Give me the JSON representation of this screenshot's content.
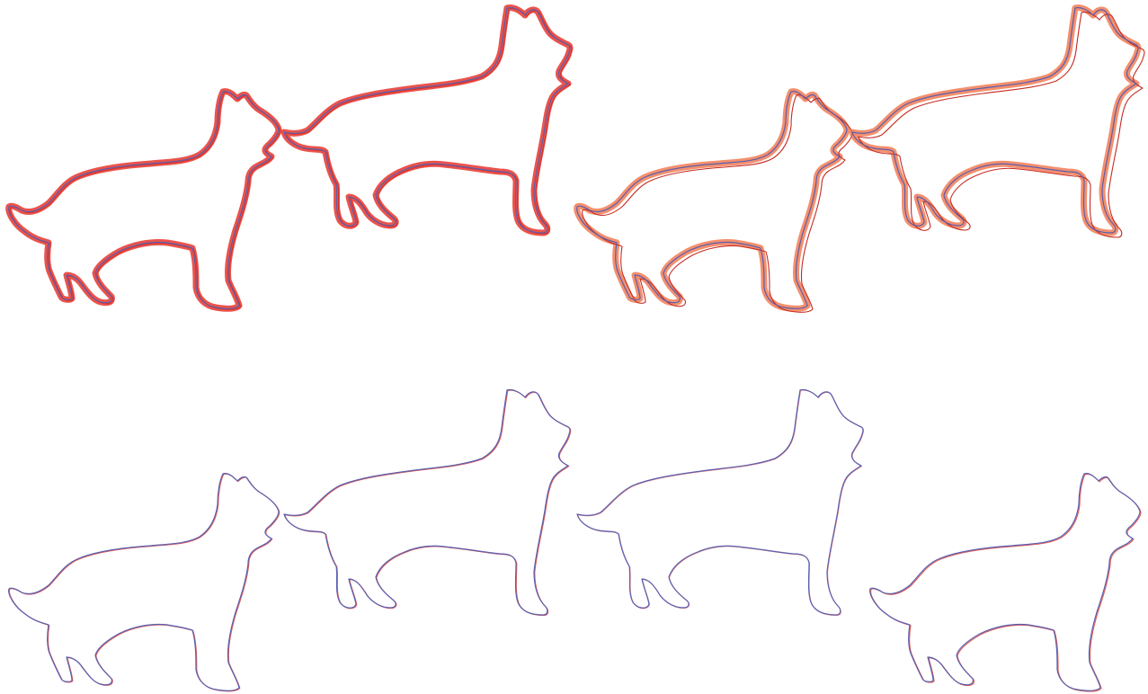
{
  "colors": {
    "outline_reference": "#d8322a",
    "outline_prediction": "#5a5fb0",
    "difference_fill": "#f04a30",
    "background": "#ffffff"
  },
  "figure": {
    "rows": [
      {
        "name": "top-row",
        "error_level": "high",
        "pairs": [
          {
            "name": "pair-1",
            "error": "small"
          },
          {
            "name": "pair-2",
            "error": "large"
          }
        ]
      },
      {
        "name": "bottom-row",
        "error_level": "low",
        "pairs": [
          {
            "name": "pair-3",
            "error": "minimal"
          },
          {
            "name": "pair-4",
            "error": "minimal"
          }
        ]
      }
    ]
  }
}
